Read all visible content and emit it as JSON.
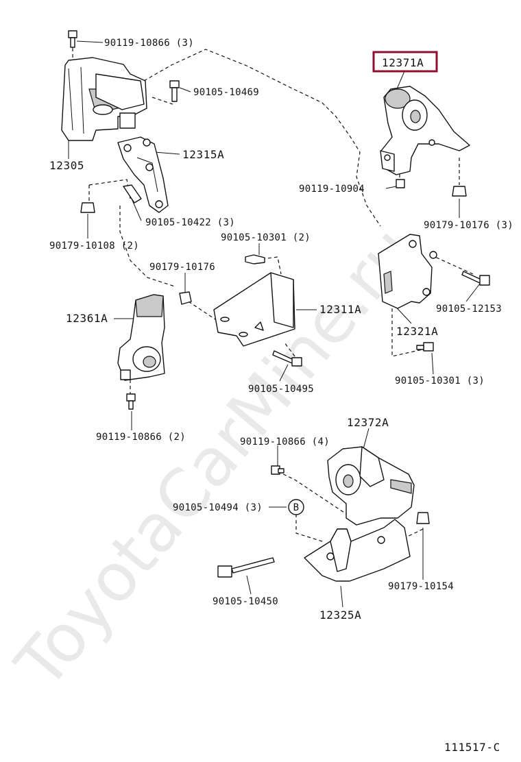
{
  "watermark": "ToyotaCarMine.ru",
  "diagram_code": "111517-C",
  "highlighted_part": "12371A",
  "labels": {
    "p12305": "12305",
    "p12315A": "12315A",
    "p12361A": "12361A",
    "p12311A": "12311A",
    "p12371A": "12371A",
    "p12321A": "12321A",
    "p12372A": "12372A",
    "p12325A": "12325A",
    "b90119_10866_3": "90119-10866 (3)",
    "b90105_10469": "90105-10469",
    "b90105_10422_3": "90105-10422 (3)",
    "n90179_10108_2": "90179-10108 (2)",
    "b90105_10301_2": "90105-10301 (2)",
    "n90179_10176": "90179-10176",
    "b90119_10866_2": "90119-10866 (2)",
    "b90105_10495": "90105-10495",
    "b90119_10904": "90119-10904",
    "n90179_10176_3": "90179-10176 (3)",
    "b90105_12153": "90105-12153",
    "b90105_10301_3": "90105-10301 (3)",
    "b90119_10866_4": "90119-10866 (4)",
    "b90105_10494_3": "90105-10494 (3)",
    "n90179_10154": "90179-10154",
    "b90105_10450": "90105-10450",
    "ref_B": "B"
  }
}
